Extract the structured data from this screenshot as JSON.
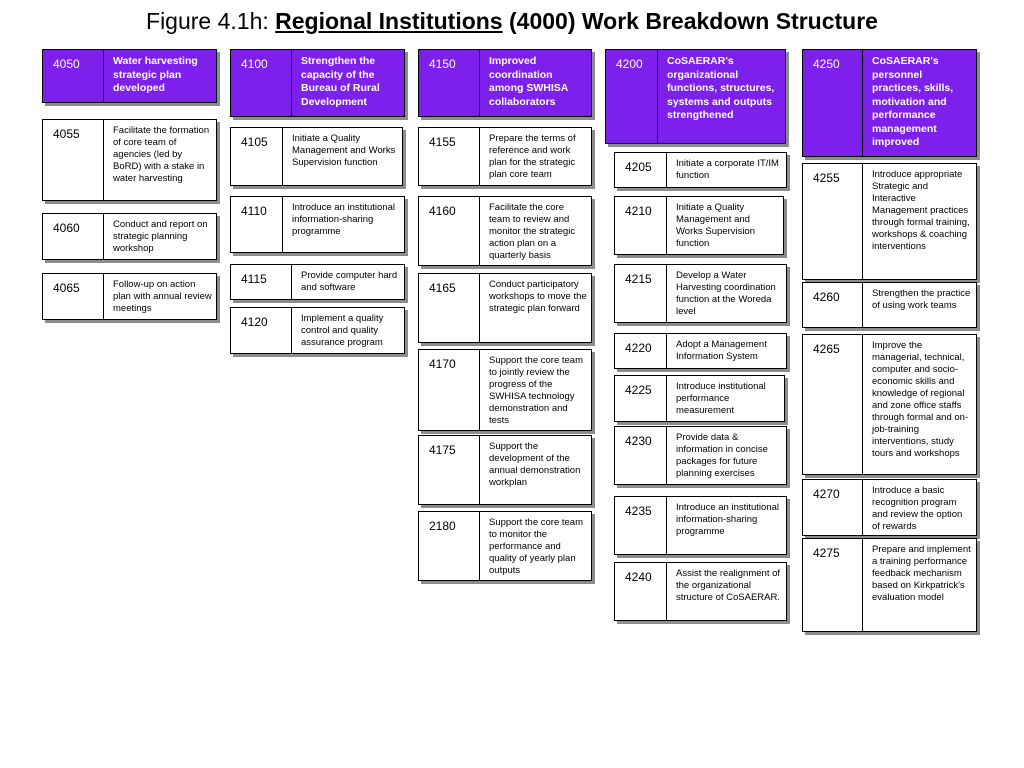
{
  "title": {
    "prefix": "Figure  4.1h: ",
    "underlined": "Regional Institutions",
    "suffix": " (4000) Work Breakdown Structure"
  },
  "colors": {
    "header_fill": "#7e20ec",
    "header_text": "#ffffff",
    "shadow": "#8c8c8c"
  },
  "columns": [
    {
      "header": {
        "code": "4050",
        "text": "Water harvesting strategic plan developed"
      },
      "items": [
        {
          "code": "4055",
          "text": "Facilitate the formation of core team of agencies (led by BoRD) with a stake in water harvesting"
        },
        {
          "code": "4060",
          "text": "Conduct and report on strategic planning workshop"
        },
        {
          "code": "4065",
          "text": "Follow-up on action plan with annual review meetings"
        }
      ]
    },
    {
      "header": {
        "code": "4100",
        "text": "Strengthen the capacity of the Bureau of Rural Development"
      },
      "items": [
        {
          "code": "4105",
          "text": "Initiate a Quality Management and Works Supervision function"
        },
        {
          "code": "4110",
          "text": "Introduce an institutional information-sharing programme"
        },
        {
          "code": "4115",
          "text": "Provide computer hard and software"
        },
        {
          "code": "4120",
          "text": "Implement a quality control and quality assurance program"
        }
      ]
    },
    {
      "header": {
        "code": "4150",
        "text": "Improved coordination among SWHISA collaborators"
      },
      "items": [
        {
          "code": "4155",
          "text": "Prepare the terms of reference and work plan for the strategic plan core team"
        },
        {
          "code": "4160",
          "text": "Facilitate the core team to review and monitor the strategic action plan on a quarterly basis"
        },
        {
          "code": "4165",
          "text": "Conduct participatory workshops to move the strategic plan forward"
        },
        {
          "code": "4170",
          "text": "Support the core team to jointly review the progress of the SWHISA technology demonstration and tests"
        },
        {
          "code": "4175",
          "text": "Support the development of the annual demonstration workplan"
        },
        {
          "code": "2180",
          "text": "Support the core team to monitor the performance and quality of yearly plan outputs"
        }
      ]
    },
    {
      "header": {
        "code": "4200",
        "text": "CoSAERAR's organizational functions, structures, systems and outputs strengthened"
      },
      "items": [
        {
          "code": "4205",
          "text": "Initiate a corporate IT/IM function"
        },
        {
          "code": "4210",
          "text": "Initiate a Quality Management and Works Supervision function"
        },
        {
          "code": "4215",
          "text": "Develop a Water Harvesting coordination function at the Woreda level"
        },
        {
          "code": "4220",
          "text": "Adopt a Management Information System"
        },
        {
          "code": "4225",
          "text": "Introduce institutional performance measurement"
        },
        {
          "code": "4230",
          "text": "Provide data & information in concise packages for future planning exercises"
        },
        {
          "code": "4235",
          "text": "Introduce an institutional information-sharing programme"
        },
        {
          "code": "4240",
          "text": "Assist the realignment of the organizational structure of CoSAERAR."
        }
      ]
    },
    {
      "header": {
        "code": "4250",
        "text": "CoSAERAR's personnel practices, skills, motivation and performance management improved"
      },
      "items": [
        {
          "code": "4255",
          "text": "Introduce appropriate Strategic and Interactive Management practices through formal training, workshops & coaching interventions"
        },
        {
          "code": "4260",
          "text": "Strengthen the practice of using work teams"
        },
        {
          "code": "4265",
          "text": "Improve the managerial, technical, computer and socio-economic skills and knowledge of regional and zone office staffs through formal and on-job-training interventions, study tours and workshops"
        },
        {
          "code": "4270",
          "text": "Introduce a basic recognition program and review the option of rewards"
        },
        {
          "code": "4275",
          "text": "Prepare and implement a training performance feedback mechanism based on Kirkpatrick's evaluation model"
        }
      ]
    }
  ]
}
